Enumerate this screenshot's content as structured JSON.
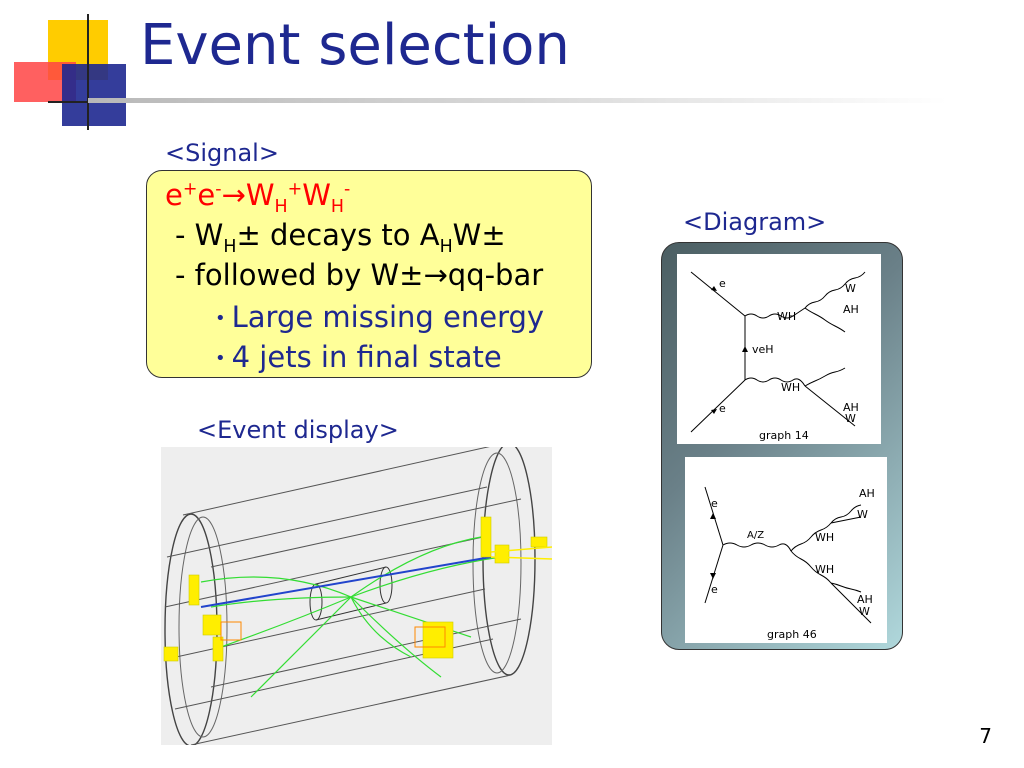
{
  "slide": {
    "title": "Event selection",
    "page_number": "7"
  },
  "signal": {
    "label": "<Signal>",
    "reaction": {
      "e1": "e",
      "e1_sup": "+",
      "e2": "e",
      "e2_sup": "-",
      "arrow": "→",
      "w1": "W",
      "w1_sub": "H",
      "w1_sup": "+",
      "w2": "W",
      "w2_sub": "H",
      "w2_sup": "-"
    },
    "line1": {
      "prefix": "- W",
      "sub1": "H",
      "pm1": "±",
      "middle": " decays to A",
      "sub2": "H",
      "w": "W",
      "pm2": "±"
    },
    "line2": {
      "prefix": "- followed by W",
      "pm": "±",
      "arrow": "→",
      "suffix": "qq-bar"
    },
    "bullets": [
      "Large missing energy",
      "4 jets in final state"
    ]
  },
  "event_display": {
    "label": "<Event display>"
  },
  "diagram": {
    "label": "<Diagram>",
    "graphs": [
      {
        "caption": "graph  14",
        "labels": {
          "e_top": "e",
          "e_bottom": "e",
          "prop": "veH",
          "wh_top": "WH",
          "wh_bottom": "WH",
          "w_top": "W",
          "ah_top": "AH",
          "ah_bottom": "AH",
          "w_bottom": "W"
        }
      },
      {
        "caption": "graph  46",
        "labels": {
          "e_top": "e",
          "e_bottom": "e",
          "prop": "A/Z",
          "wh_top": "WH",
          "wh_bottom": "WH",
          "ah_top": "AH",
          "w_top": "W",
          "ah_bottom": "AH",
          "w_bottom": "W"
        }
      }
    ]
  },
  "colors": {
    "title": "#1e2890",
    "signal_box": "#ffff99",
    "reaction": "#ff0000",
    "bullets": "#1e2890"
  }
}
